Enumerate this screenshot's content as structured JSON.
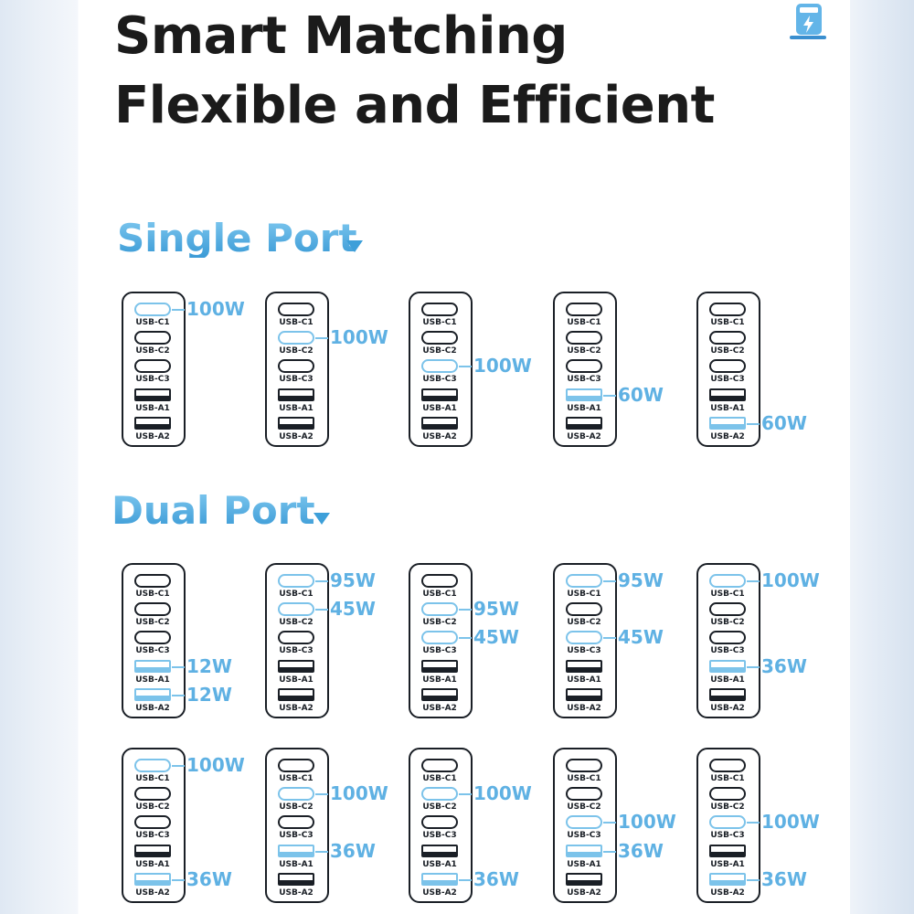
{
  "title": {
    "line1": "Smart Matching",
    "line2": "Flexible and Efficient"
  },
  "brand_icon": "charging-station-icon",
  "colors": {
    "accent_blue": "#5fb1e3",
    "port_highlight": "#7cc3ea",
    "outline_dark": "#1a1f26",
    "title_dark": "#1b1b1b"
  },
  "port_labels": [
    "USB-C1",
    "USB-C2",
    "USB-C3",
    "USB-A1",
    "USB-A2"
  ],
  "sections": [
    {
      "title": "Single Port",
      "caret_icon": "caret-down-icon",
      "rows": [
        [
          {
            "active": {
              "USB-C1": "100W"
            }
          },
          {
            "active": {
              "USB-C2": "100W"
            }
          },
          {
            "active": {
              "USB-C3": "100W"
            }
          },
          {
            "active": {
              "USB-A1": "60W"
            }
          },
          {
            "active": {
              "USB-A2": "60W"
            }
          }
        ]
      ]
    },
    {
      "title": "Dual Port",
      "caret_icon": "caret-down-icon",
      "rows": [
        [
          {
            "active": {
              "USB-A1": "12W",
              "USB-A2": "12W"
            }
          },
          {
            "active": {
              "USB-C1": "95W",
              "USB-C2": "45W"
            }
          },
          {
            "active": {
              "USB-C2": "95W",
              "USB-C3": "45W"
            }
          },
          {
            "active": {
              "USB-C1": "95W",
              "USB-C3": "45W"
            }
          },
          {
            "active": {
              "USB-C1": "100W",
              "USB-A1": "36W"
            }
          }
        ],
        [
          {
            "active": {
              "USB-C1": "100W",
              "USB-A2": "36W"
            }
          },
          {
            "active": {
              "USB-C2": "100W",
              "USB-A1": "36W"
            }
          },
          {
            "active": {
              "USB-C2": "100W",
              "USB-A2": "36W"
            }
          },
          {
            "active": {
              "USB-C3": "100W",
              "USB-A1": "36W"
            }
          },
          {
            "active": {
              "USB-C3": "100W",
              "USB-A2": "36W"
            }
          }
        ]
      ]
    }
  ]
}
